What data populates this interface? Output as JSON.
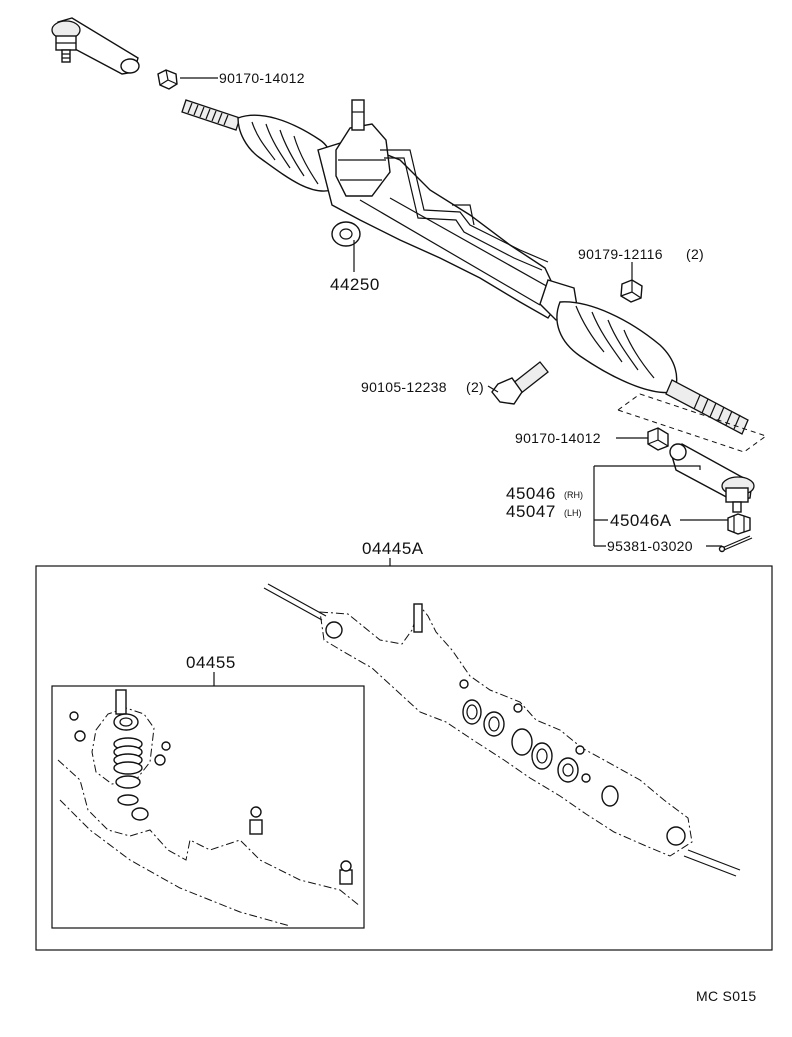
{
  "labels": {
    "p90170_top": "90170-14012",
    "p44250": "44250",
    "p90179": "90179-12116",
    "p90179_qty": "(2)",
    "p90105": "90105-12238",
    "p90105_qty": "(2)",
    "p90170_bot": "90170-14012",
    "p45046": "45046",
    "p45046_side": "(RH)",
    "p45047": "45047",
    "p45047_side": "(LH)",
    "p45046A": "45046A",
    "p95381": "95381-03020",
    "p04445A": "04445A",
    "p04455": "04455",
    "footer": "MC S015"
  },
  "colors": {
    "ink": "#111111",
    "paper": "#ffffff",
    "shade": "#ededed"
  }
}
